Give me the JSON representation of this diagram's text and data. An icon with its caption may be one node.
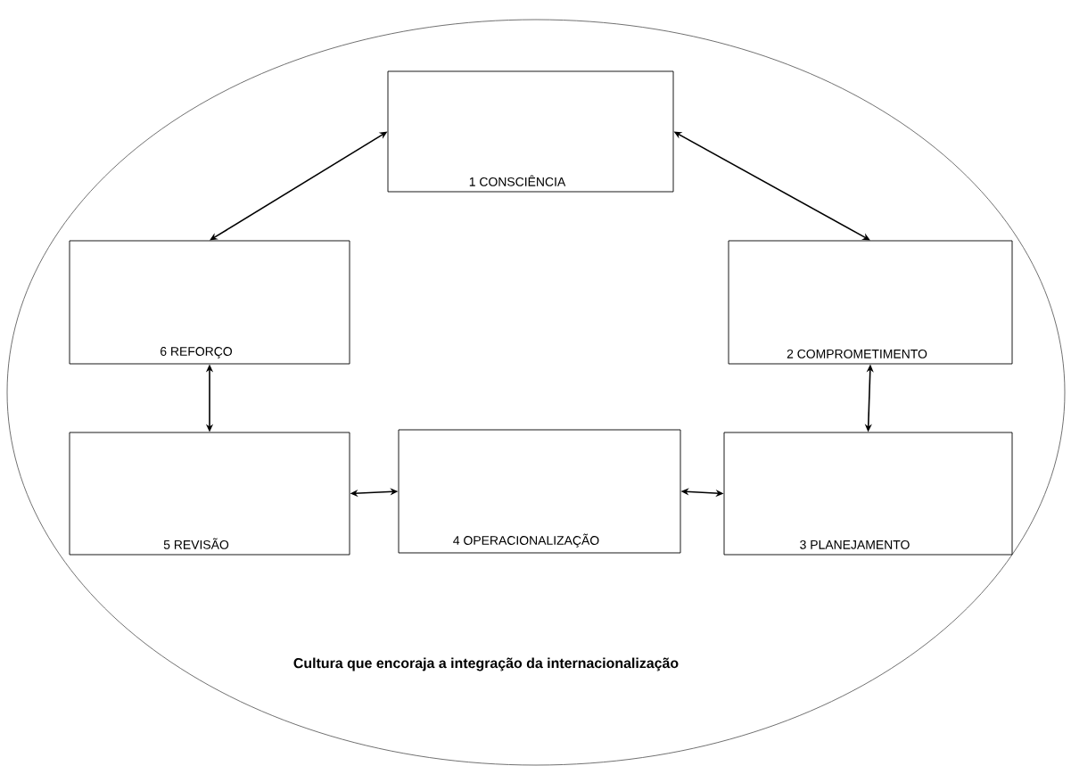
{
  "diagram": {
    "nodes": [
      {
        "text": [
          "Cultura que encoraja a integração da internacionalização"
        ]
      },
      {
        "text": [
          "1 CONSCIÊNCIA"
        ],
        "in": 0
      },
      {
        "text": [
          "2 COMPROMETIMENTO"
        ],
        "in": 0
      },
      {
        "text": [
          "3 PLANEJAMENTO"
        ],
        "in": 0
      },
      {
        "text": [
          "4 OPERACIONALIZAÇÃO"
        ],
        "in": 0
      },
      {
        "text": [
          "5 REVISÃO"
        ],
        "in": 0
      },
      {
        "text": [
          "6 REFORÇO"
        ],
        "in": 0
      }
    ],
    "edges": [
      {
        "from": 1,
        "to": 2,
        "arrow": "both"
      },
      {
        "from": 2,
        "to": 3,
        "arrow": "both"
      },
      {
        "from": 3,
        "to": 4,
        "arrow": "both"
      },
      {
        "from": 4,
        "to": 5,
        "arrow": "both"
      },
      {
        "from": 5,
        "to": 6,
        "arrow": "both"
      },
      {
        "from": 6,
        "to": 1,
        "arrow": "both"
      }
    ]
  }
}
